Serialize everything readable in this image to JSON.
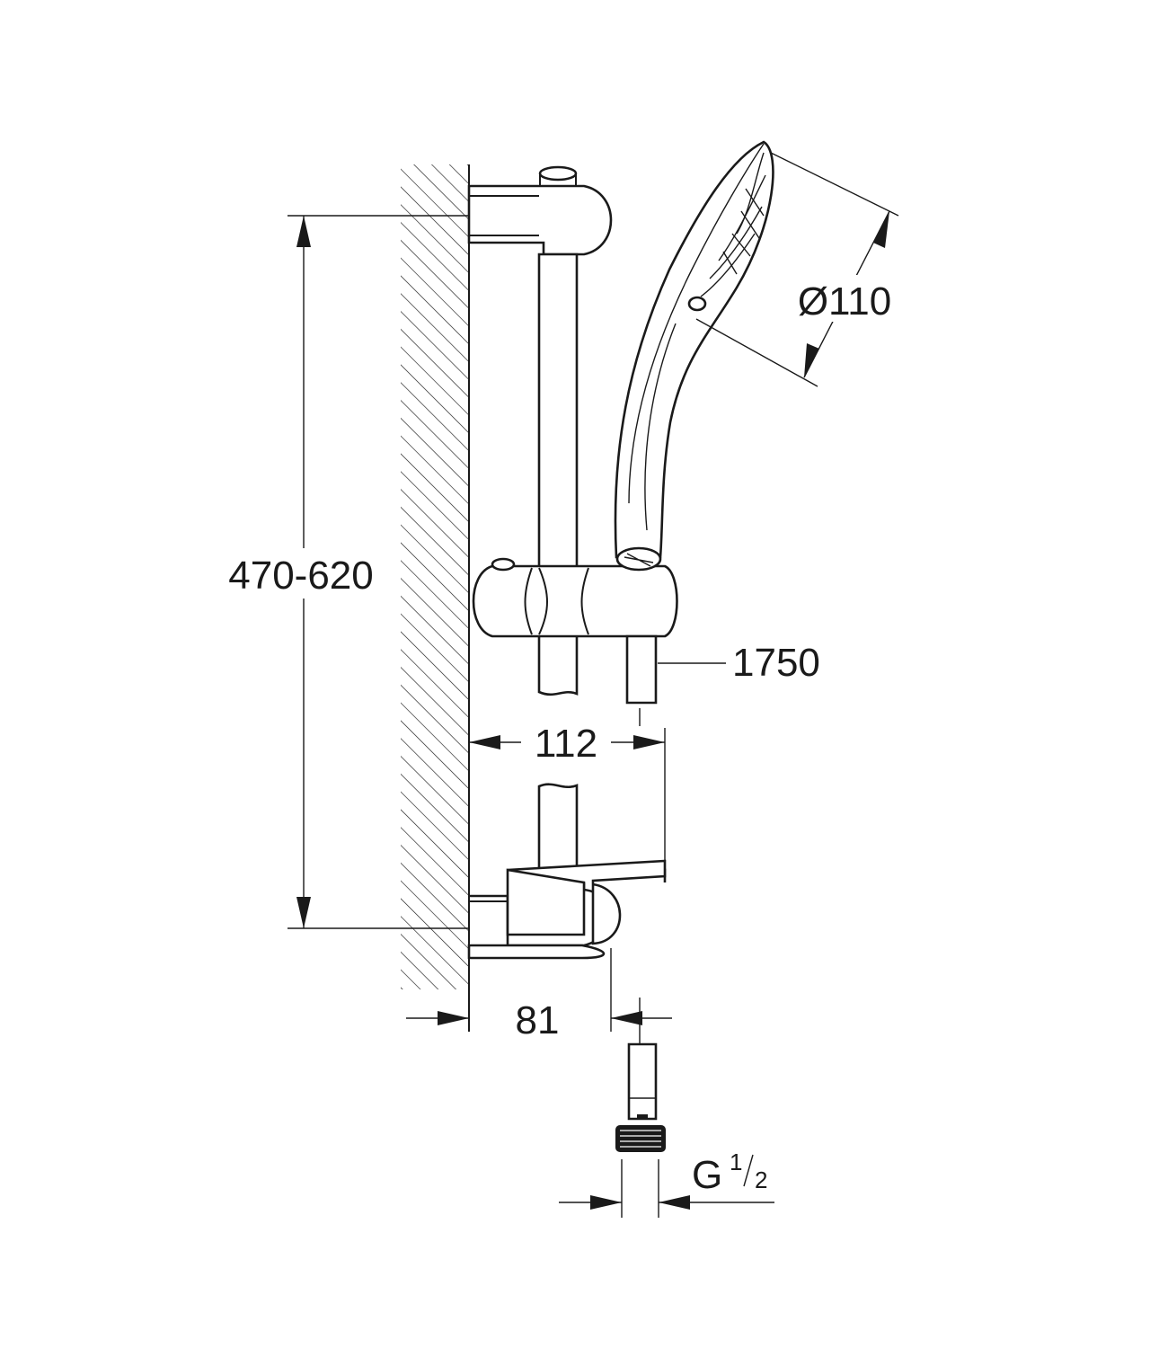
{
  "dimensions": {
    "height_range": "470-620",
    "diameter": "Ø110",
    "hose_length": "1750",
    "depth": "112",
    "wall_offset": "81",
    "thread_main": "G",
    "thread_num": "1",
    "thread_den": "2"
  },
  "colors": {
    "line": "#1a1a1a",
    "background": "#ffffff"
  }
}
